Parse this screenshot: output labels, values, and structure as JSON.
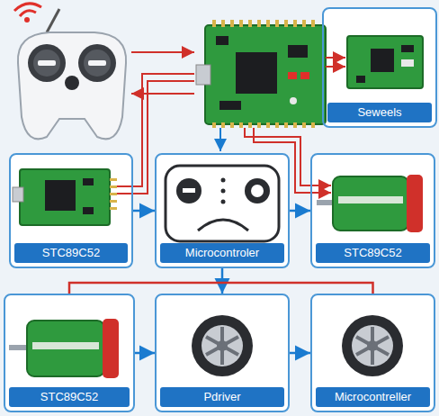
{
  "diagram": {
    "nodes": [
      {
        "text": [
          "Seweels"
        ]
      },
      {
        "text": [
          "STC89C52"
        ]
      },
      {
        "text": [
          "Microcontroler"
        ]
      },
      {
        "text": [
          "STC89C52"
        ]
      },
      {
        "text": [
          "STC89C52"
        ]
      },
      {
        "text": [
          "Pdriver"
        ]
      },
      {
        "text": [
          "Microcontreller"
        ]
      }
    ],
    "edges": [
      {
        "from": 1,
        "to": 2,
        "arrow": "to"
      },
      {
        "from": 2,
        "to": 3,
        "arrow": "to"
      },
      {
        "from": 2,
        "to": 5,
        "arrow": "to"
      },
      {
        "from": 4,
        "to": 5,
        "arrow": "to"
      },
      {
        "from": 5,
        "to": 6,
        "arrow": "to"
      },
      {
        "from": 4,
        "to": 6,
        "arrow": "none"
      }
    ]
  }
}
